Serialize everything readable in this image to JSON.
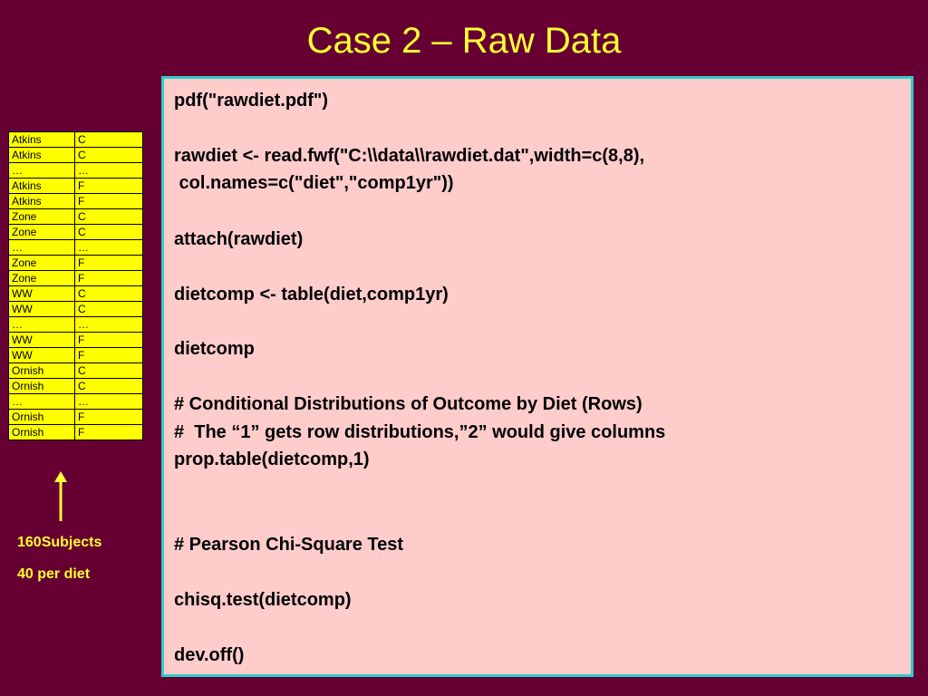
{
  "slide": {
    "title": "Case 2 – Raw Data"
  },
  "table": {
    "rows": [
      [
        "Atkins",
        "C"
      ],
      [
        "Atkins",
        "C"
      ],
      [
        "…",
        "…"
      ],
      [
        "Atkins",
        "F"
      ],
      [
        "Atkins",
        "F"
      ],
      [
        "Zone",
        "C"
      ],
      [
        "Zone",
        "C"
      ],
      [
        "…",
        "…"
      ],
      [
        "Zone",
        "F"
      ],
      [
        "Zone",
        "F"
      ],
      [
        "WW",
        "C"
      ],
      [
        "WW",
        "C"
      ],
      [
        "…",
        "…"
      ],
      [
        "WW",
        "F"
      ],
      [
        "WW",
        "F"
      ],
      [
        "Ornish",
        "C"
      ],
      [
        "Ornish",
        "C"
      ],
      [
        "…",
        "…"
      ],
      [
        "Ornish",
        "F"
      ],
      [
        "Ornish",
        "F"
      ]
    ]
  },
  "notes": {
    "subjects": "160Subjects",
    "per_diet": "40 per diet"
  },
  "code": {
    "lines": [
      "pdf(\"rawdiet.pdf\")",
      "rawdiet <- read.fwf(\"C:\\\\data\\\\rawdiet.dat\",width=c(8,8),",
      " col.names=c(\"diet\",\"comp1yr\"))",
      "attach(rawdiet)",
      "dietcomp <- table(diet,comp1yr)",
      "dietcomp",
      "# Conditional Distributions of Outcome by Diet (Rows)",
      "#  The “1” gets row distributions,”2” would give columns",
      "prop.table(dietcomp,1)",
      "# Pearson Chi-Square Test",
      "chisq.test(dietcomp)",
      "dev.off()"
    ]
  },
  "colors": {
    "background": "#660033",
    "title": "#FFFF33",
    "table_fill": "#FFFF00",
    "code_box_fill": "#FFCCCC",
    "code_box_border": "#33CCCC"
  }
}
